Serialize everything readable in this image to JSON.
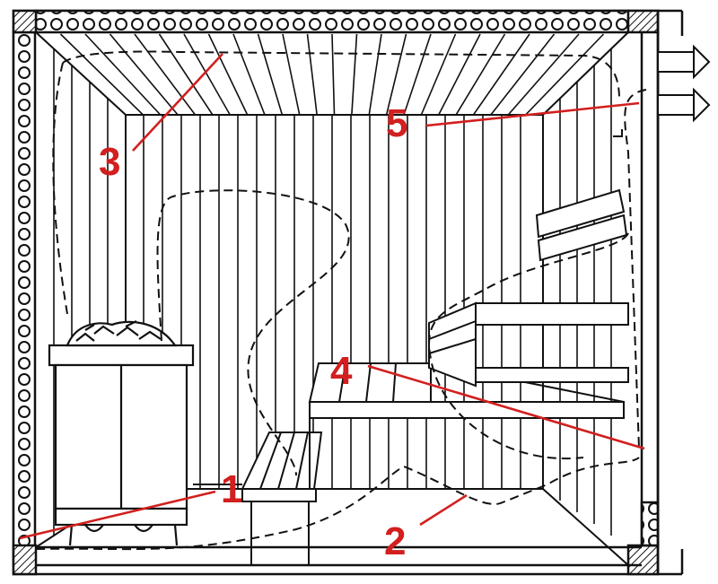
{
  "labels": {
    "l1": "1",
    "l2": "2",
    "l3": "3",
    "l4": "4",
    "l5": "5"
  },
  "colors": {
    "ink": "#111111",
    "annotation": "#d21f1f",
    "background": "#ffffff"
  }
}
